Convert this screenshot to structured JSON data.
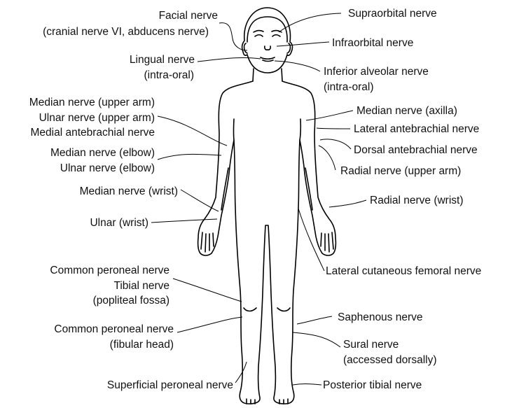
{
  "labels": {
    "facial": [
      "Facial nerve",
      "(cranial nerve VI, abducens nerve)"
    ],
    "lingual": [
      "Lingual nerve",
      "(intra-oral)"
    ],
    "median_upper_arm": [
      "Median nerve (upper arm)"
    ],
    "ulnar_upper_arm": [
      "Ulnar nerve (upper arm)"
    ],
    "medial_antebrachial": [
      "Medial antebrachial nerve"
    ],
    "median_elbow": [
      "Median nerve (elbow)"
    ],
    "ulnar_elbow": [
      "Ulnar nerve (elbow)"
    ],
    "median_wrist": [
      "Median nerve (wrist)"
    ],
    "ulnar_wrist": [
      "Ulnar (wrist)"
    ],
    "common_peroneal": [
      "Common peroneal nerve"
    ],
    "tibial": [
      "Tibial nerve",
      "(popliteal fossa)"
    ],
    "common_peroneal_fibular": [
      "Common peroneal nerve",
      "(fibular head)"
    ],
    "superficial_peroneal": [
      "Superficial peroneal nerve"
    ],
    "supraorbital": [
      "Supraorbital nerve"
    ],
    "infraorbital": [
      "Infraorbital nerve"
    ],
    "inferior_alveolar": [
      "Inferior alveolar nerve",
      "(intra-oral)"
    ],
    "median_axilla": [
      "Median nerve (axilla)"
    ],
    "lateral_antebrachial": [
      "Lateral antebrachial nerve"
    ],
    "dorsal_antebrachial": [
      "Dorsal antebrachial nerve"
    ],
    "radial_upper_arm": [
      "Radial nerve (upper arm)"
    ],
    "radial_wrist": [
      "Radial nerve (wrist)"
    ],
    "lateral_cutaneous_femoral": [
      "Lateral cutaneous femoral nerve"
    ],
    "saphenous": [
      "Saphenous nerve"
    ],
    "sural": [
      "Sural nerve",
      "(accessed dorsally)"
    ],
    "posterior_tibial": [
      "Posterior tibial nerve"
    ]
  }
}
